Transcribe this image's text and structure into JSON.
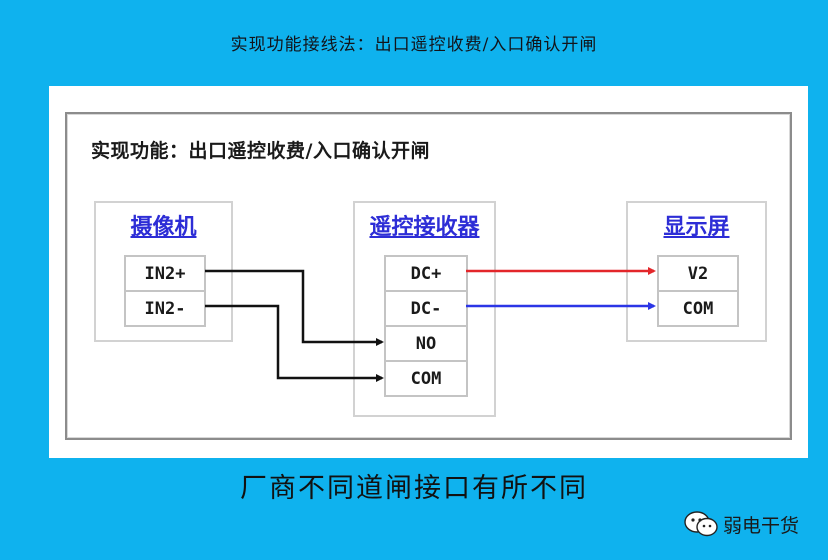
{
  "header_title": "实现功能接线法：出口遥控收费/入口确认开闸",
  "diagram": {
    "title": "实现功能：出口遥控收费/入口确认开闸",
    "devices": {
      "camera": {
        "name": "摄像机",
        "ports": [
          "IN2+",
          "IN2-"
        ]
      },
      "receiver": {
        "name": "遥控接收器",
        "ports": [
          "DC+",
          "DC-",
          "NO",
          "COM"
        ]
      },
      "display": {
        "name": "显示屏",
        "ports": [
          "V2",
          "COM"
        ]
      }
    },
    "wire_colors": {
      "signal": "#111111",
      "dc_plus": "#e3262a",
      "dc_minus": "#2b35e6"
    }
  },
  "caption": "厂商不同道闸接口有所不同",
  "brand": {
    "name": "弱电干货",
    "logo_icon": "wechat-icon"
  }
}
